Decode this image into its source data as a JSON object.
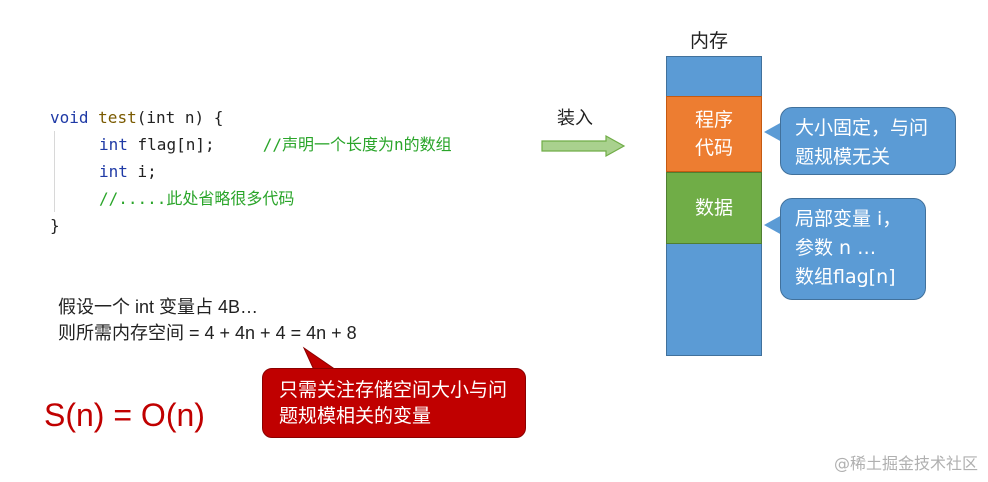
{
  "code": {
    "line1": {
      "kw": "void",
      "fn": "test",
      "rest": "(int n) {"
    },
    "line2": {
      "kw": "int",
      "rest": " flag[n];",
      "comment": "//声明一个长度为n的数组"
    },
    "line3": {
      "kw": "int",
      "rest": " i;"
    },
    "line4": {
      "comment": "//.....此处省略很多代码"
    },
    "line5": {
      "rest": "}"
    }
  },
  "assumption": {
    "line1": "假设一个 int 变量占 4B…",
    "line2": "则所需内存空间 = 4 + 4n + 4 = 4n + 8"
  },
  "formula": "S(n) = O(n)",
  "callout": "只需关注存储空间大小与问题规模相关的变量",
  "arrow_label": "装入",
  "memory": {
    "title": "内存",
    "code_segment": "程序代码",
    "data_segment": "数据"
  },
  "bubbles": {
    "code_note": "大小固定，与问题规模无关",
    "data_note_line1": "局部变量 i，",
    "data_note_line2": "参数 n …",
    "data_note_line3": "数组flag[n]"
  },
  "watermark": "@稀土掘金技术社区",
  "colors": {
    "memory_blue": "#5b9bd5",
    "code_orange": "#ed7d31",
    "data_green": "#70ad47",
    "callout_red": "#c00000"
  }
}
